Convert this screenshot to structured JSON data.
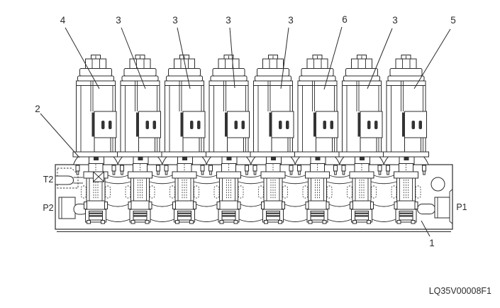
{
  "figure": {
    "drawing_code": "LQ35V00008F1"
  },
  "callouts": {
    "top": [
      {
        "label": "4"
      },
      {
        "label": "3"
      },
      {
        "label": "3"
      },
      {
        "label": "3"
      },
      {
        "label": "3"
      },
      {
        "label": "6"
      },
      {
        "label": "3"
      },
      {
        "label": "5"
      }
    ],
    "left": {
      "label": "2"
    },
    "bottom_right": {
      "label": "1"
    }
  },
  "ports": {
    "t2": "T2",
    "p2": "P2",
    "p1": "P1"
  },
  "colors": {
    "line": "#2b2b2b",
    "background": "#ffffff",
    "dark-fill": "#333333"
  }
}
